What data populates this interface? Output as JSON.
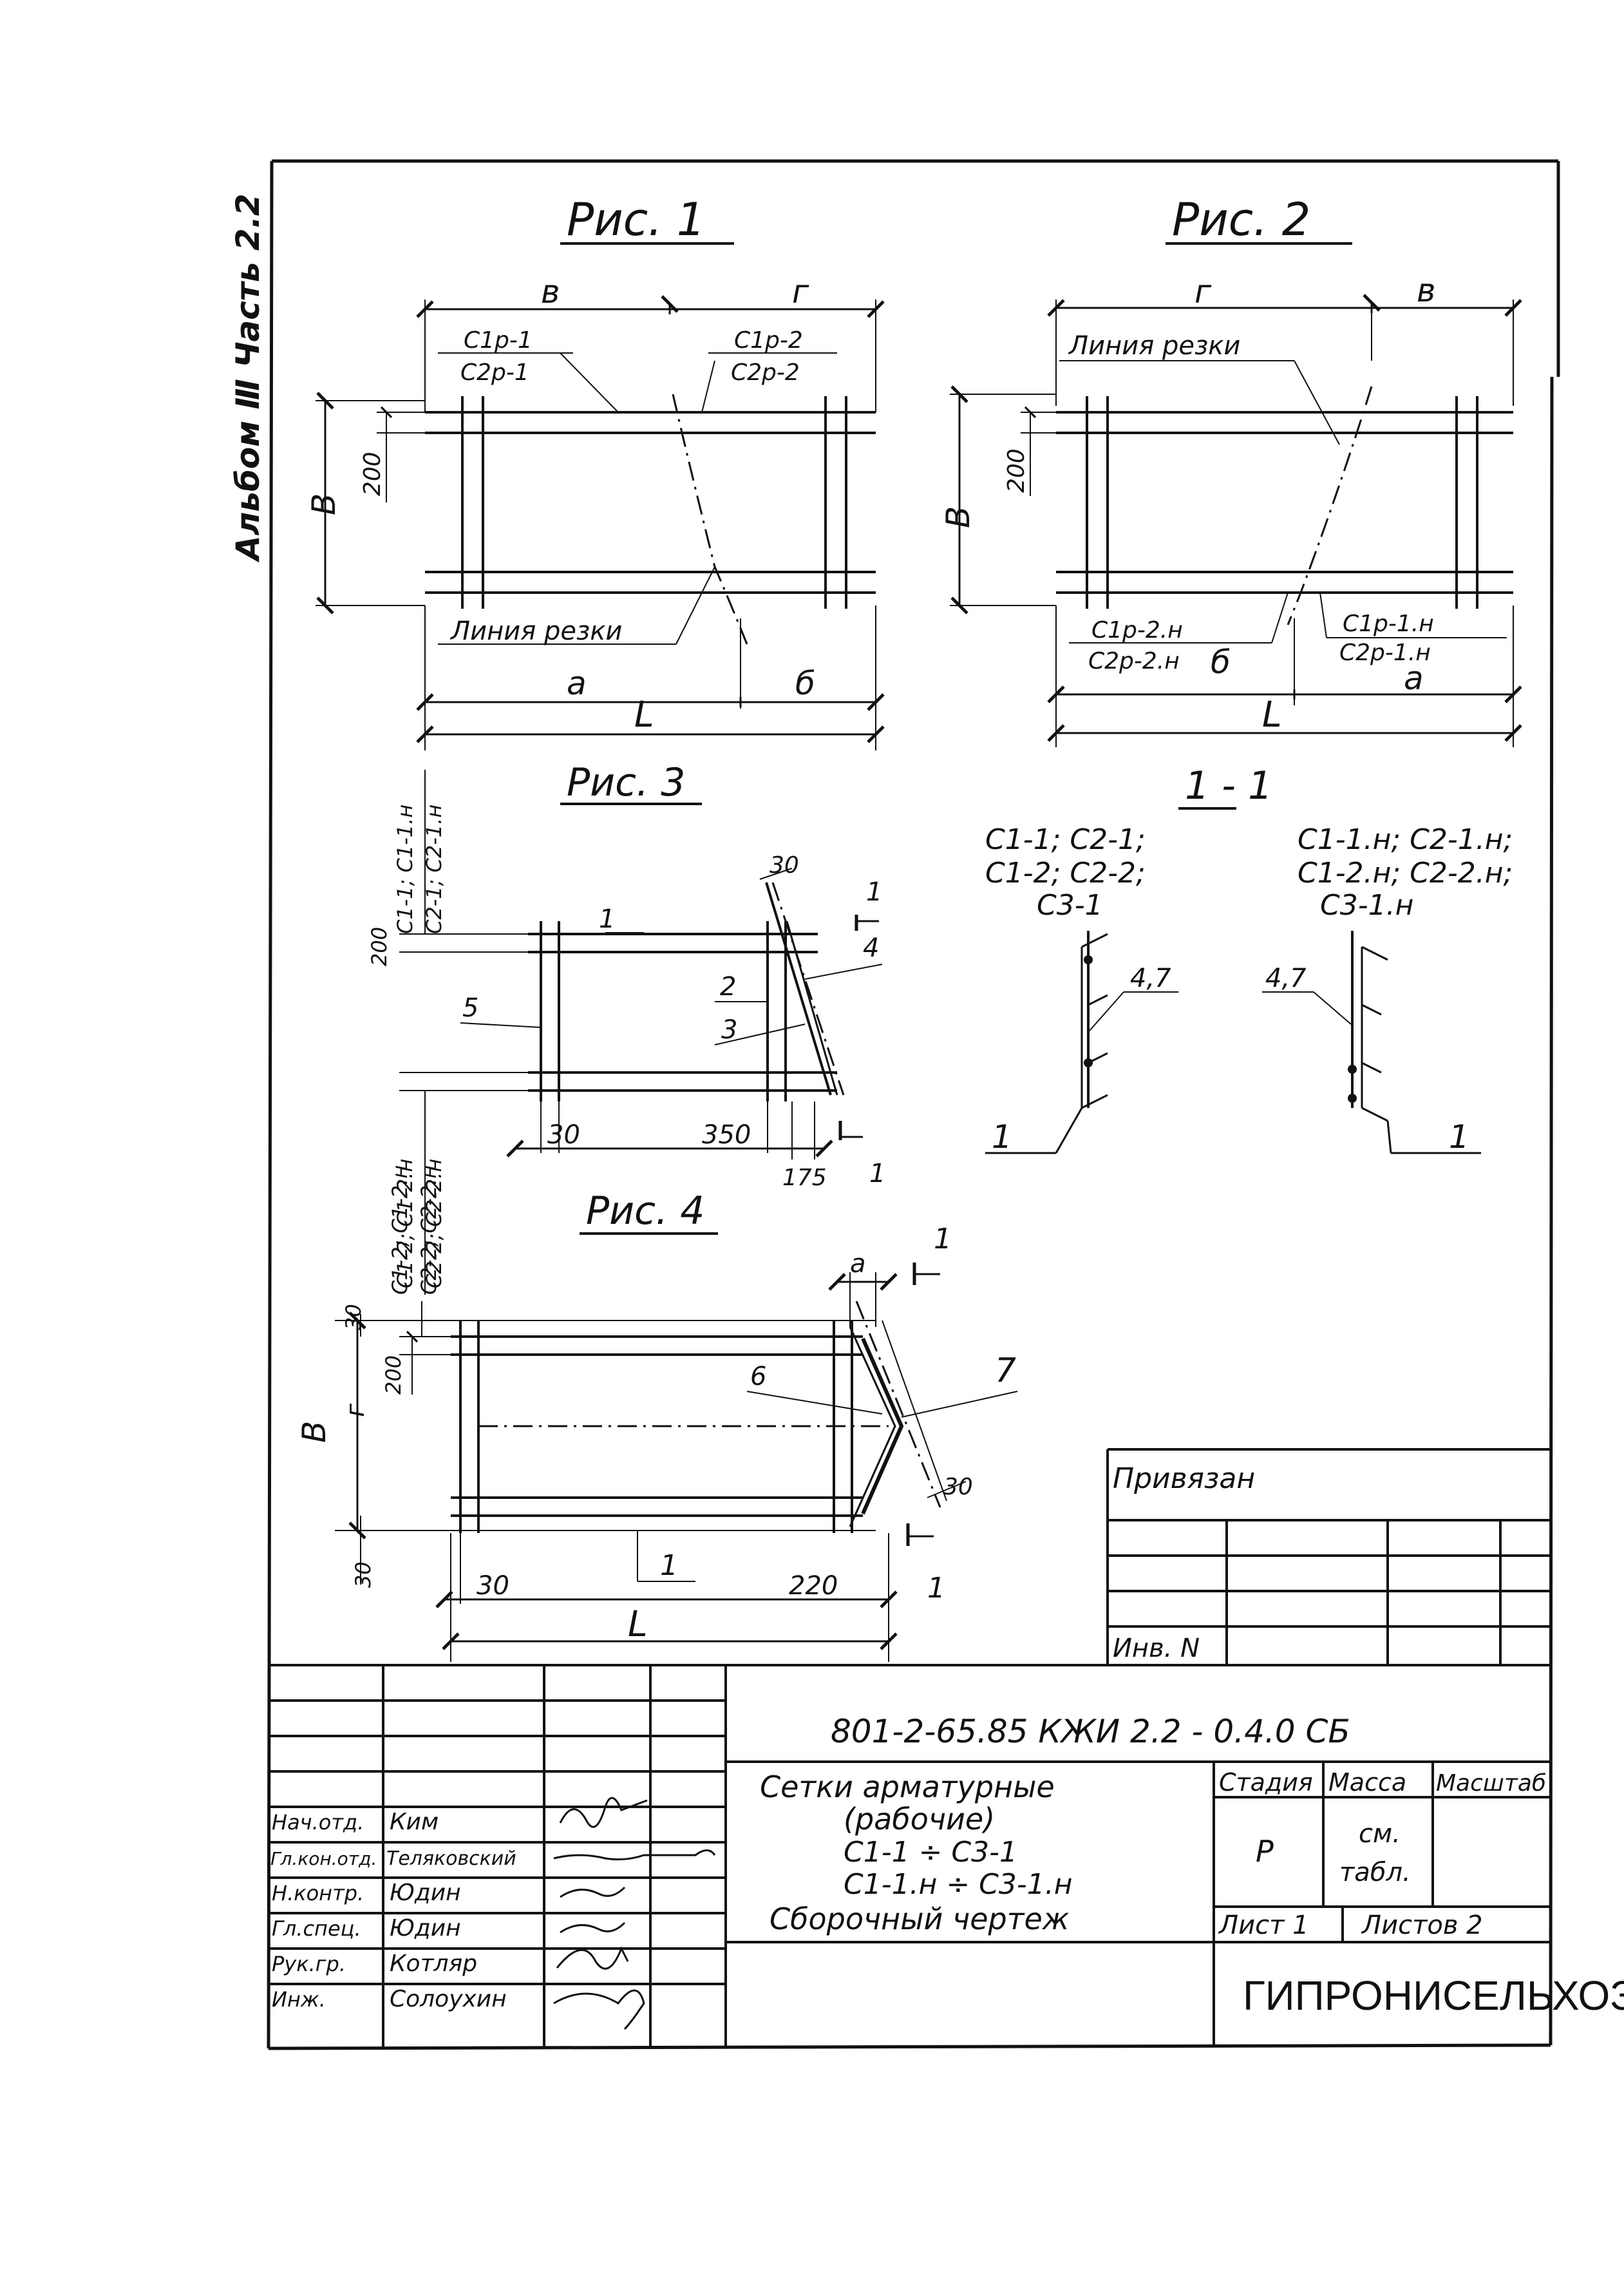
{
  "side_note": "Альбом Ⅲ Часть 2.2",
  "fig1": {
    "title": "Рис. 1",
    "dim_v": "в",
    "dim_g": "г",
    "lbl_left": [
      "С1р-1",
      "С2р-1"
    ],
    "lbl_right": [
      "С1р-2",
      "С2р-2"
    ],
    "dim_200": "200",
    "dim_B": "В",
    "cut_line": "Линия резки",
    "dim_a": "а",
    "dim_b": "б",
    "dim_L": "L"
  },
  "fig2": {
    "title": "Рис. 2",
    "dim_g": "г",
    "dim_v": "в",
    "cut_line": "Линия резки",
    "dim_200": "200",
    "dim_B": "В",
    "lbl_left": [
      "С1р-2.н",
      "С2р-2.н"
    ],
    "lbl_right": [
      "С1р-1.н",
      "С2р-1.н"
    ],
    "dim_b": "б",
    "dim_a": "а",
    "dim_L": "L"
  },
  "fig3": {
    "title": "Рис. 3",
    "side_top": [
      "С1-1; С1-1.н",
      "С2-1; С2-1.н"
    ],
    "side_bottom": [
      "С1-2; С1-2.н",
      "С2-2; С2-2.н"
    ],
    "dim_200": "200",
    "dim_30a": "30",
    "dim_30b": "30",
    "dim_350": "350",
    "dim_175": "175",
    "pos_1": "1",
    "pos_2": "2",
    "pos_3": "3",
    "pos_4": "4",
    "pos_5": "5",
    "sec_top": "1",
    "sec_bottom": "1"
  },
  "section": {
    "title": "1 - 1",
    "left_lines": [
      "С1-1; С2-1;",
      "С1-2; С2-2;",
      "С3-1"
    ],
    "right_lines": [
      "С1-1.н; С2-1.н;",
      "С1-2.н; С2-2.н;",
      "С3-1.н"
    ],
    "pos_left": "4,7",
    "pos_right": "4,7",
    "num_left": "1",
    "num_right": "1"
  },
  "fig4": {
    "title": "Рис. 4",
    "side": [
      "С1-2; С1-2.н",
      "С2-2; С2-2.н"
    ],
    "dim_30t": "30",
    "dim_200": "200",
    "dim_g": "г",
    "dim_B": "В",
    "dim_30b": "30",
    "dim_a": "а",
    "pos_6": "6",
    "pos_7": "7",
    "dim_30r": "30",
    "pos_1": "1",
    "dim_30": "30",
    "dim_220": "220",
    "dim_L": "L",
    "sec_top": "1",
    "sec_bottom": "1"
  },
  "stamp_box": {
    "title": "Привязан",
    "inv": "Инв. N"
  },
  "title_block": {
    "code": "801-2-65.85 КЖИ 2.2 - 0.4.0 СБ",
    "name_lines": [
      "Сетки арматурные",
      "(рабочие)",
      "С1-1 ÷ С3-1",
      "С1-1.н ÷ С3-1.н",
      "Сборочный чертеж"
    ],
    "stage_label": "Стадия",
    "mass_label": "Масса",
    "scale_label": "Масштаб",
    "stage": "Р",
    "mass": [
      "см.",
      "табл."
    ],
    "sheet": "Лист 1",
    "sheets": "Листов 2",
    "org": "ГИПРОНИСЕЛЬХОЗ",
    "people": [
      {
        "role": "Нач.отд.",
        "name": "Ким"
      },
      {
        "role": "Гл.кон.отд.",
        "name": "Теляковский"
      },
      {
        "role": "Н.контр.",
        "name": "Юдин"
      },
      {
        "role": "Гл.спец.",
        "name": "Юдин"
      },
      {
        "role": "Рук.гр.",
        "name": "Котляр"
      },
      {
        "role": "Инж.",
        "name": "Солоухин"
      }
    ]
  }
}
